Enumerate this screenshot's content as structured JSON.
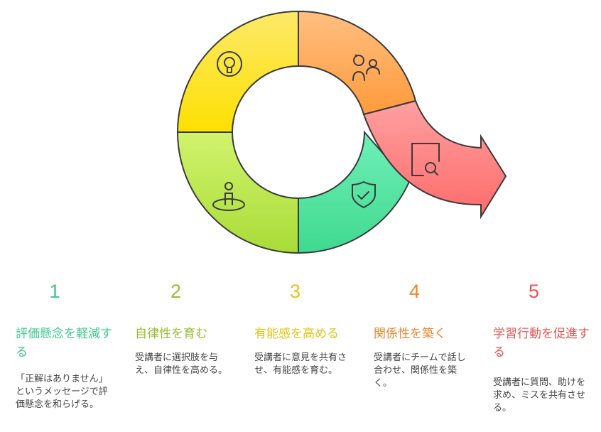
{
  "colors": {
    "step1": "#3ec98a",
    "step2": "#96bd36",
    "step3": "#e0c419",
    "step4": "#e8872e",
    "step5": "#e85454"
  },
  "steps": [
    {
      "number": "1",
      "title": "評価懸念を軽減する",
      "description": "「正解はありません」というメッセージで評価懸念を和らげる。",
      "icon": "person-target-icon"
    },
    {
      "number": "2",
      "title": "自律性を育む",
      "description": "受講者に選択肢を与え、自律性を高める。",
      "icon": "gear-lightbulb-icon"
    },
    {
      "number": "3",
      "title": "有能感を高める",
      "description": "受講者に意見を共有させ、有能感を育む。",
      "icon": "people-chat-icon"
    },
    {
      "number": "4",
      "title": "関係性を築く",
      "description": "受講者にチームで話し合わせ、関係性を築く。",
      "icon": "shield-check-icon"
    },
    {
      "number": "5",
      "title": "学習行動を促進する",
      "description": "受講者に質問、助けを求め、ミスを共有させる。",
      "icon": "book-search-icon"
    }
  ]
}
